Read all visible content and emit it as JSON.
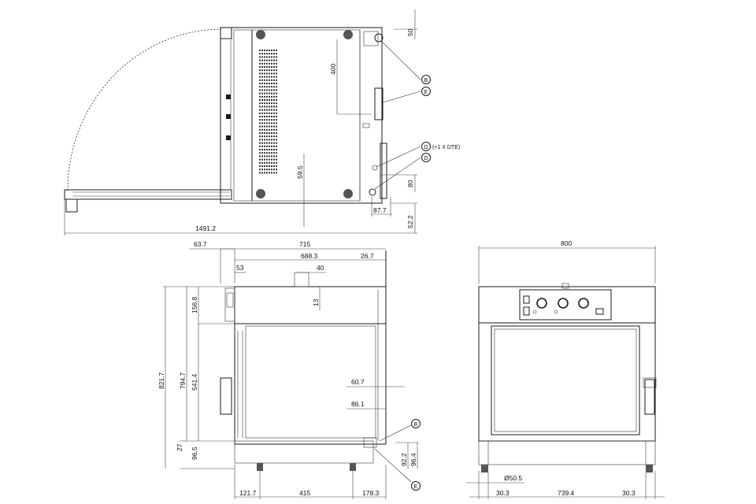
{
  "callouts": {
    "b": "B",
    "e": "E",
    "d": "D",
    "d_note": "(+1 X DTE)"
  },
  "top_view": {
    "dim_top_clearance": "50",
    "dim_400": "400",
    "dim_59_5": "59.5",
    "dim_80": "80",
    "dim_87_7": "87.7",
    "dim_52_2": "52.2",
    "dim_total_width": "1491.2"
  },
  "side_view": {
    "dim_63_7": "63.7",
    "dim_715": "715",
    "dim_688_3": "688.3",
    "dim_26_7": "26.7",
    "dim_53": "53",
    "dim_40": "40",
    "dim_13": "13",
    "dim_156_8": "156.8",
    "dim_821_7": "821.7",
    "dim_794_7": "794.7",
    "dim_541_4": "541.4",
    "dim_27": "27",
    "dim_96_5": "96.5",
    "dim_60_7": "60.7",
    "dim_86_1": "86.1",
    "dim_92_2": "92.2",
    "dim_96_4": "96.4",
    "dim_121_7": "121.7",
    "dim_415": "415",
    "dim_178_3": "178.3"
  },
  "front_view": {
    "dim_800": "800",
    "dim_foot_dia": "Ø50.5",
    "dim_30_3_left": "30.3",
    "dim_739_4": "739.4",
    "dim_30_3_right": "30.3"
  }
}
